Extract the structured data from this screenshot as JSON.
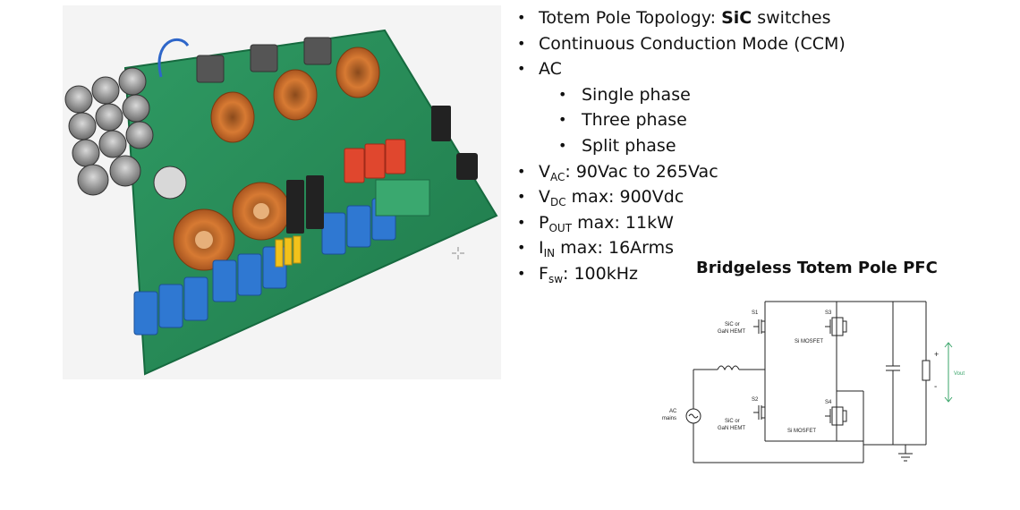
{
  "bullets": {
    "topology_prefix": "Totem Pole Topology: ",
    "topology_bold": "SiC",
    "topology_suffix": " switches",
    "mode": "Continuous Conduction Mode (CCM)",
    "ac": "AC",
    "ac_options": [
      "Single phase",
      "Three phase",
      "Split phase"
    ],
    "vac_symbol": "V",
    "vac_sub": "AC",
    "vac_text": ": 90Vac to 265Vac",
    "vdc_symbol": "V",
    "vdc_sub": "DC",
    "vdc_text": " max: 900Vdc",
    "pout_symbol": "P",
    "pout_sub": "OUT",
    "pout_text": " max: 11kW",
    "iin_symbol": "I",
    "iin_sub": "IN",
    "iin_text": " max: 16Arms",
    "fsw_symbol": "F",
    "fsw_sub": "sw",
    "fsw_text": ": 100kHz"
  },
  "diagram": {
    "title": "Bridgeless Totem Pole PFC",
    "s1_label": "S1",
    "s2_label": "S2",
    "s3_label": "S3",
    "s4_label": "S4",
    "top_switch_type_line1": "SiC or",
    "top_switch_type_line2": "GaN HEMT",
    "bottom_switch_type_line1": "SiC or",
    "bottom_switch_type_line2": "GaN HEMT",
    "top_mosfet_label": "Si MOSFET",
    "bottom_mosfet_label": "Si MOSFET",
    "source_label_line1": "AC",
    "source_label_line2": "mains",
    "plus_sign": "+",
    "minus_sign": "-",
    "vout_label": "Vout",
    "vout_color": "#3aa56a"
  }
}
